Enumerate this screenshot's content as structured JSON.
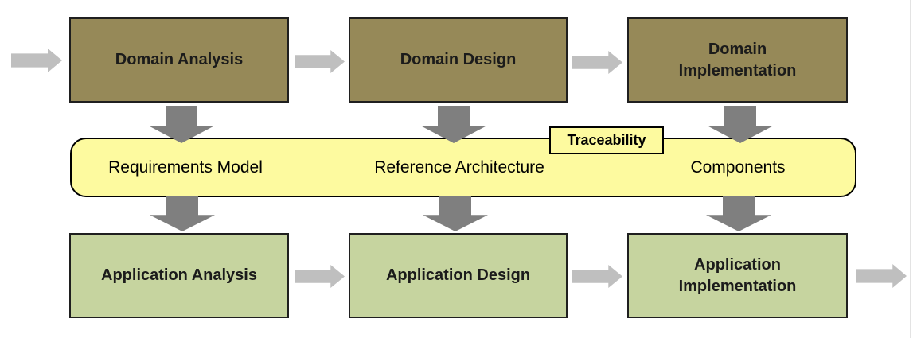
{
  "diagram": {
    "title_hidden": "",
    "top_row": [
      {
        "label": "Domain Analysis"
      },
      {
        "label": "Domain Design"
      },
      {
        "label": "Domain Implementation"
      }
    ],
    "middle_band": {
      "tag": "Traceability",
      "artifacts": [
        {
          "label": "Requirements Model"
        },
        {
          "label": "Reference Architecture"
        },
        {
          "label": "Components"
        }
      ]
    },
    "bottom_row": [
      {
        "label": "Application Analysis"
      },
      {
        "label": "Application Design"
      },
      {
        "label": "Application Implementation"
      }
    ],
    "colors": {
      "domain_box": "#968958",
      "application_box": "#C6D49F",
      "band": "#FDFA9F",
      "arrow_light": "#BFBFBF",
      "arrow_dark": "#7F7F7F"
    }
  }
}
